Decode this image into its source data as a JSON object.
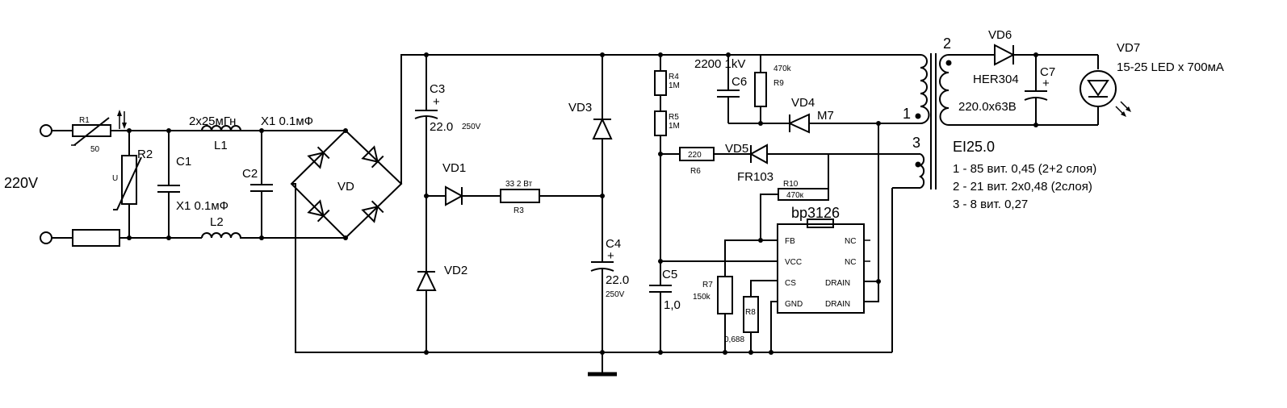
{
  "input": {
    "voltage": "220V"
  },
  "r1": {
    "ref": "R1",
    "value": "50"
  },
  "r2": {
    "ref": "R2",
    "symbol": "U"
  },
  "c1": {
    "ref": "C1",
    "value": "X1 0.1мФ"
  },
  "c2": {
    "ref": "C2",
    "value": "X1 0.1мФ"
  },
  "l1": {
    "ref": "L1",
    "value": "2x25мГн"
  },
  "l2": {
    "ref": "L2"
  },
  "bridge": {
    "ref": "VD"
  },
  "c3": {
    "ref": "C3",
    "value": "22.0",
    "voltage": "250V",
    "pol": "+"
  },
  "vd1": {
    "ref": "VD1"
  },
  "vd2": {
    "ref": "VD2"
  },
  "vd3": {
    "ref": "VD3"
  },
  "r3": {
    "ref": "R3",
    "value": "33  2 Вт"
  },
  "c4": {
    "ref": "C4",
    "value": "22.0",
    "voltage": "250V",
    "pol": "+"
  },
  "r4": {
    "ref": "R4",
    "value": "1M"
  },
  "r5": {
    "ref": "R5",
    "value": "1M"
  },
  "c5": {
    "ref": "C5",
    "value": "1,0"
  },
  "c6": {
    "ref": "C6",
    "value": "2200 1kV"
  },
  "r9": {
    "ref": "R9",
    "value": "470k"
  },
  "vd4": {
    "ref": "VD4",
    "part": "M7"
  },
  "r6": {
    "ref": "R6",
    "value": "220"
  },
  "vd5": {
    "ref": "VD5",
    "part": "FR103"
  },
  "r10": {
    "ref": "R10",
    "value": "470к"
  },
  "r7": {
    "ref": "R7",
    "value": "150k"
  },
  "r8": {
    "ref": "R8",
    "value": "0,688"
  },
  "ic": {
    "name": "bp3126",
    "pins_left": [
      "FB",
      "VCC",
      "CS",
      "GND"
    ],
    "pins_right": [
      "NC",
      "NC",
      "DRAIN",
      "DRAIN"
    ]
  },
  "transformer": {
    "core": "EI25.0",
    "w1": "1",
    "w2": "2",
    "w3": "3",
    "specs": [
      "1 - 85 вит. 0,45 (2+2 слоя)",
      "2 - 21 вит. 2x0,48 (2слоя)",
      "3 - 8 вит. 0,27"
    ]
  },
  "vd6": {
    "ref": "VD6",
    "part": "HER304"
  },
  "c7": {
    "ref": "C7",
    "value": "220.0x63В",
    "pol": "+"
  },
  "vd7": {
    "ref": "VD7",
    "desc": "15-25 LED x 700мА"
  }
}
